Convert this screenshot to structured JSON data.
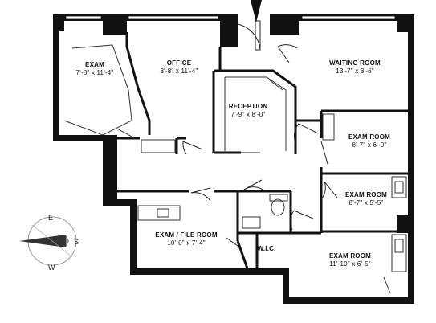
{
  "rooms": [
    {
      "id": "exam-nw",
      "name": "EXAM",
      "dims": "7'-8\" x 11'-4\""
    },
    {
      "id": "office",
      "name": "OFFICE",
      "dims": "8'-8\" x 11'-4\""
    },
    {
      "id": "waiting",
      "name": "WAITING ROOM",
      "dims": "13'-7\" x 8'-6\""
    },
    {
      "id": "reception",
      "name": "RECEPTION",
      "dims": "7'-9\" x 8'-0\""
    },
    {
      "id": "exam-e1",
      "name": "EXAM ROOM",
      "dims": "8'-7\" x 6'-0\""
    },
    {
      "id": "exam-e2",
      "name": "EXAM ROOM",
      "dims": "8'-7\" x 5'-5\""
    },
    {
      "id": "exam-file",
      "name": "EXAM / FILE ROOM",
      "dims": "10'-0\" x 7'-4\""
    },
    {
      "id": "wic",
      "name": "W.I.C.",
      "dims": ""
    },
    {
      "id": "exam-se",
      "name": "EXAM ROOM",
      "dims": "11'-10\" x 6'-5\""
    }
  ],
  "compass": {
    "e": "E",
    "s": "S",
    "w": "W"
  },
  "colors": {
    "wall": "#111111",
    "line": "#222222",
    "floor": "#ffffff"
  }
}
